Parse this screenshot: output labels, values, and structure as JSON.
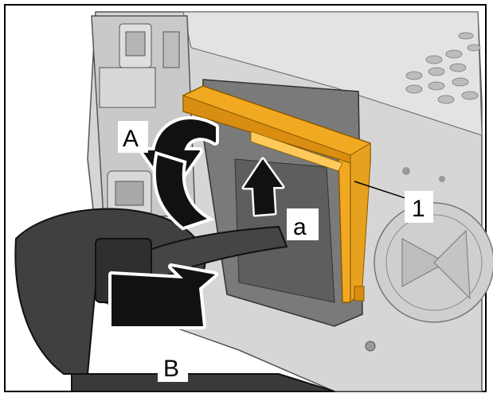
{
  "callouts": {
    "A": "A",
    "B": "B",
    "a": "a",
    "one": "1"
  },
  "colors": {
    "housing": "#d9d9d9",
    "housing_dark": "#a8a8a8",
    "bracket": "#f0a81f",
    "bracket_dark": "#c98310",
    "cable": "#3a3a3a",
    "arrow": "#111111",
    "frame": "#000000"
  },
  "icons": {
    "arrow_A": "curved-arrow-icon",
    "arrow_B": "straight-arrow-icon",
    "arrow_a": "up-arrow-icon"
  }
}
